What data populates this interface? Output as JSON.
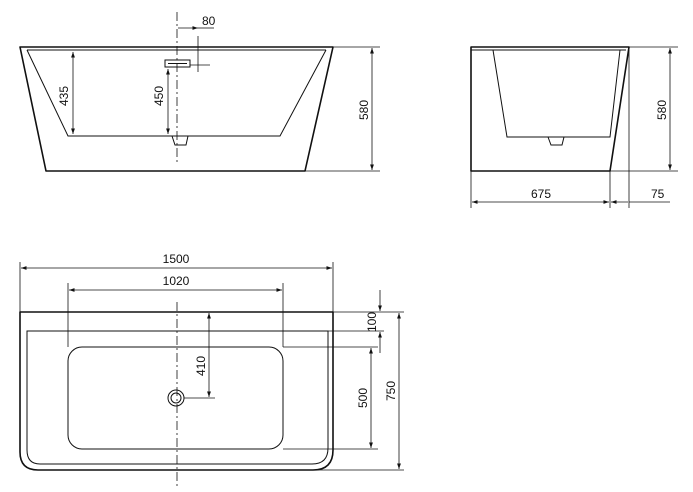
{
  "front_view": {
    "dim_overflow_width": "80",
    "dim_inner_depth": "435",
    "dim_overflow_depth": "450",
    "dim_total_height": "580"
  },
  "side_view": {
    "dim_total_height": "580",
    "dim_depth": "675",
    "dim_rim": "75"
  },
  "top_view": {
    "dim_total_length": "1500",
    "dim_inner_length": "1020",
    "dim_back_rim": "100",
    "dim_drain_offset": "410",
    "dim_inner_width": "500",
    "dim_total_width": "750"
  }
}
